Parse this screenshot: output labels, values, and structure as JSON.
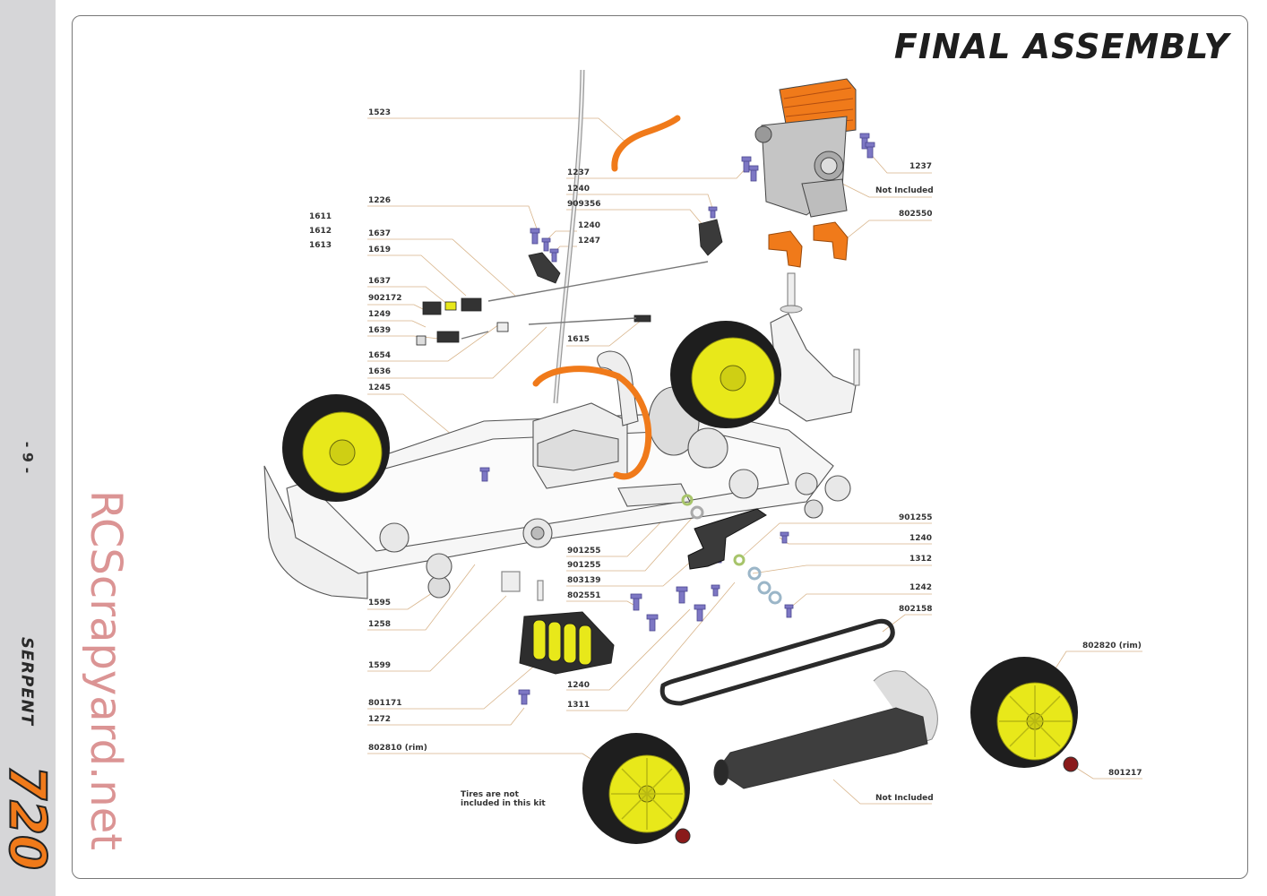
{
  "sidebar": {
    "page_number": "- 9 -",
    "brand_name": "SERPENT",
    "model_number": "720"
  },
  "header": {
    "title": "FINAL ASSEMBLY"
  },
  "watermark": "RCScrapyard.net",
  "colors": {
    "accent": "#f07a1a",
    "orange_part": "#f07a1a",
    "yellow_rim": "#e8e81a",
    "screw": "#7d77c4",
    "leader_line": "#d8b48a"
  },
  "part_labels": {
    "p1523": "1523",
    "p1237a": "1237",
    "p1240a": "1240",
    "p909356": "909356",
    "p1240b": "1240",
    "p1247": "1247",
    "p1226": "1226",
    "p1611": "1611",
    "p1612": "1612",
    "p1613": "1613",
    "p1637a": "1637",
    "p1619": "1619",
    "p1637b": "1637",
    "p902172": "902172",
    "p1249": "1249",
    "p1639": "1639",
    "p1615": "1615",
    "p1654": "1654",
    "p1636": "1636",
    "p1245": "1245",
    "p1237b": "1237",
    "p_not_included_engine": "Not Included",
    "p802550": "802550",
    "p901255a": "901255",
    "p1240c": "1240",
    "p1312": "1312",
    "p1242": "1242",
    "p802158": "802158",
    "p901255b": "901255",
    "p901255c": "901255",
    "p803139": "803139",
    "p802551": "802551",
    "p1595": "1595",
    "p1258": "1258",
    "p1599": "1599",
    "p801171": "801171",
    "p1272": "1272",
    "p1240d": "1240",
    "p1311": "1311",
    "p802810": "802810 (rim)",
    "p802820": "802820 (rim)",
    "p801217": "801217",
    "p_not_included_pipe": "Not Included"
  },
  "notes": {
    "tires": "Tires are not included in this kit"
  }
}
